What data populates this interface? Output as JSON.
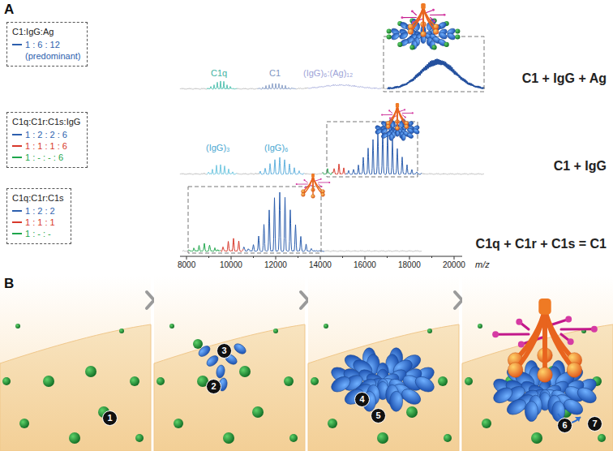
{
  "diagram": {
    "nodes": [
      {
        "text": [
          "C1:IgG:Ag",
          "1 : 6 : 12",
          "(predominant)"
        ]
      },
      {
        "text": [
          "C1q:C1r:C1s:IgG",
          "1 : 2 : 2 : 6",
          "1 : 1 : 1 : 6",
          "1 : - : - : 6"
        ]
      },
      {
        "text": [
          "C1q:C1r:C1s",
          "1 : 2 : 2",
          "1 : 1 : 1",
          "1 : - : -"
        ]
      }
    ],
    "labels": [
      "A",
      "C1q",
      "C1",
      "(IgG)₆:(Ag)₁₂",
      "C1 + IgG + Ag",
      "(IgG)₃",
      "(IgG)₆",
      "C1 + IgG",
      "C1q + C1r + C1s = C1",
      "8000",
      "10000",
      "12000",
      "14000",
      "16000",
      "18000",
      "20000",
      "m/z",
      "B",
      "1",
      "2",
      "3",
      "4",
      "5",
      "6",
      "7"
    ]
  }
}
